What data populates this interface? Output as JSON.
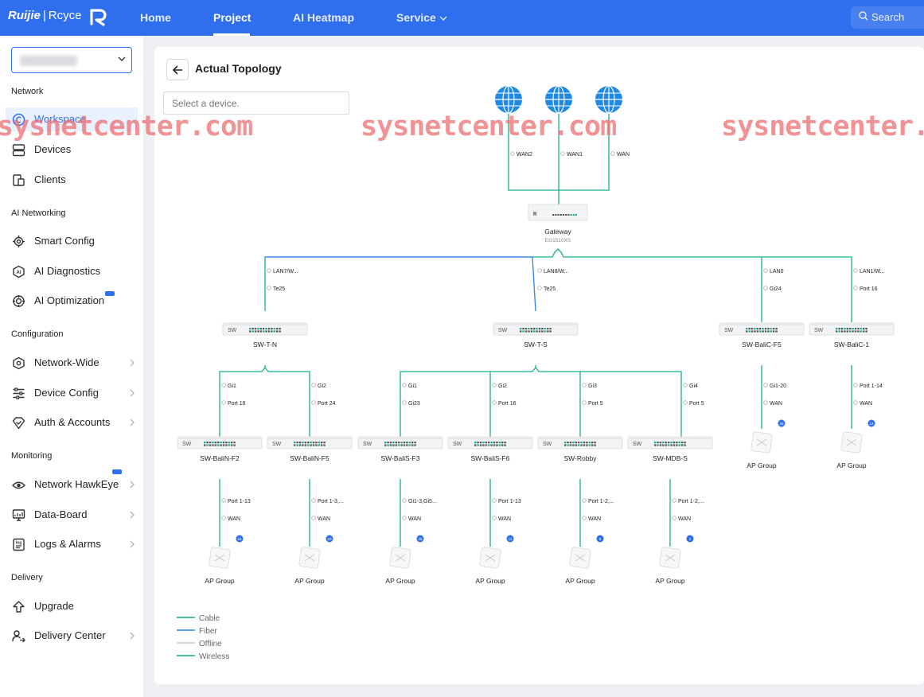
{
  "brand": {
    "logo": "Ruijie",
    "separator": "|",
    "sub": "Rcyce"
  },
  "nav": {
    "home": "Home",
    "project": "Project",
    "heatmap": "AI Heatmap",
    "service": "Service",
    "search": "Search"
  },
  "colors": {
    "primary": "#2f6fed",
    "cable": "#14b08a",
    "fiber": "#2f80ed",
    "offline": "#c8c8c8",
    "wireless": "#14b08a",
    "watermark": "#ec6e72"
  },
  "sidebar": {
    "network": "Network",
    "workspace": "Workspace",
    "devices": "Devices",
    "clients": "Clients",
    "ai_networking": "AI Networking",
    "smart_config": "Smart Config",
    "ai_diagnostics": "AI Diagnostics",
    "ai_optimization": "AI Optimization",
    "configuration": "Configuration",
    "network_wide": "Network-Wide",
    "device_config": "Device Config",
    "auth_accounts": "Auth & Accounts",
    "monitoring": "Monitoring",
    "network_hawkeye": "Network HawkEye",
    "data_board": "Data-Board",
    "logs_alarms": "Logs & Alarms",
    "delivery": "Delivery",
    "upgrade": "Upgrade",
    "delivery_center": "Delivery Center"
  },
  "page": {
    "title": "Actual Topology",
    "search_placeholder": "Select a device."
  },
  "watermark": "sysnetcenter.com",
  "topology": {
    "wan_ports": [
      "WAN2",
      "WAN1",
      "WAN"
    ],
    "gateway": {
      "name": "Gateway",
      "model": "EG1510XS",
      "tag": "R"
    },
    "level1_ports": [
      [
        "LAN7/W...",
        "Te25"
      ],
      [
        "LAN8/W...",
        "Te25"
      ],
      [
        "LAN0",
        "Gi24"
      ],
      [
        "LAN1/W...",
        "Port 16"
      ]
    ],
    "level1": [
      "SW-T-N",
      "SW-T-S",
      "SW-BaliC-F5",
      "SW-BaliC-1"
    ],
    "level2_ports": [
      [
        "Gi1",
        "Port 16"
      ],
      [
        "Gi2",
        "Port 24"
      ],
      [
        "Gi1",
        "Gi23"
      ],
      [
        "Gi2",
        "Port 16"
      ],
      [
        "Gi3",
        "Port 5"
      ],
      [
        "Gi4",
        "Port 5"
      ],
      [
        "Gi1-20",
        "WAN"
      ],
      [
        "Port 1-14",
        "WAN"
      ]
    ],
    "level2": [
      "SW-BaliN-F2",
      "SW-BaliN-F5",
      "SW-BaliS-F3",
      "SW-BaliS-F6",
      "SW-Robby",
      "SW-MDB-S"
    ],
    "ap_counts_top": [
      "25",
      "12"
    ],
    "level3_ports": [
      [
        "Port 1-13",
        "WAN"
      ],
      [
        "Port 1-3,...",
        "WAN"
      ],
      [
        "Gi1-3,Gi5...",
        "WAN"
      ],
      [
        "Port 1-13",
        "WAN"
      ],
      [
        "Port 1-2,...",
        "WAN"
      ],
      [
        "Port 1-2,...",
        "WAN"
      ]
    ],
    "ap_counts": [
      "16",
      "10",
      "26",
      "11",
      "9",
      "3"
    ],
    "ap_label": "AP Group",
    "sw_tag": "SW"
  },
  "legend": [
    "Cable",
    "Fiber",
    "Offline",
    "Wireless"
  ]
}
